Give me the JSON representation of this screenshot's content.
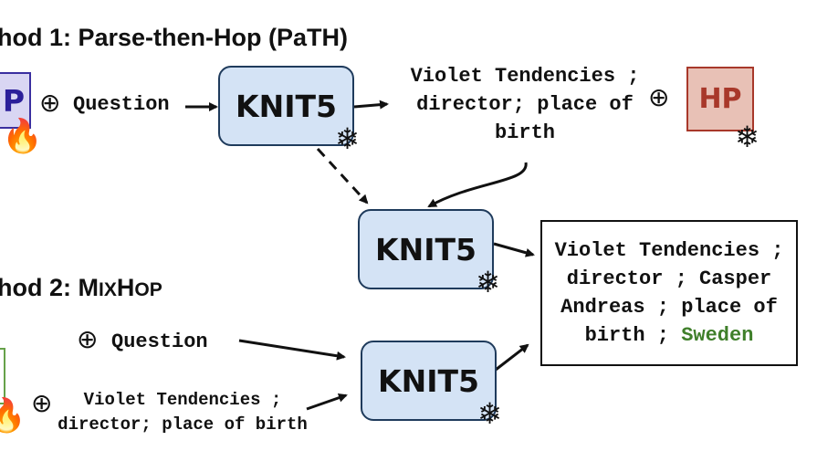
{
  "method1": {
    "title": "hod 1: Parse-then-Hop (PaTH)",
    "left_box_partial_label": "P",
    "question_label": "Question",
    "knit5_label": "KNIT5",
    "hp_label": "HP",
    "output_lines": [
      "Violet Tendencies ;",
      "director; place of",
      "birth"
    ]
  },
  "shared": {
    "knit5_label": "KNIT5",
    "result_lines": [
      "Violet Tendencies ;",
      "director ; Casper",
      "Andreas ; place of",
      "birth ; "
    ],
    "result_answer": "Sweden"
  },
  "method2": {
    "title_prefix": "hod 2: M",
    "title_sc1": "IX",
    "title_mid": "H",
    "title_sc2": "OP",
    "question_label": "Question",
    "input_lines": [
      "Violet Tendencies ;",
      "director; place of birth"
    ],
    "knit5_label": "KNIT5"
  },
  "symbols": {
    "oplus": "⊕",
    "snowflake": "❄",
    "flame": "🔥"
  },
  "colors": {
    "knit_fill": "#d4e3f5",
    "knit_border": "#1f3b5c",
    "hp_fill": "#e8c1b6",
    "hp_border": "#a8382a",
    "hp_text": "#a8382a",
    "left_box_fill": "#d9d6f3",
    "left_box_border": "#3a2fa0",
    "left_box_text": "#2b1f9a",
    "mixhop_box_border": "#66a14a",
    "answer_green": "#3f7f2a"
  }
}
